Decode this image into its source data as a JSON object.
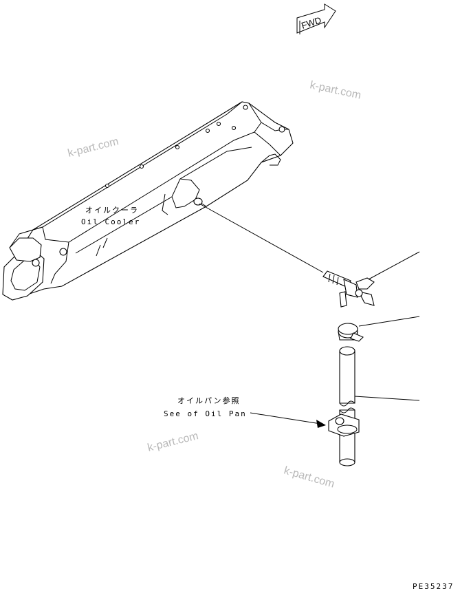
{
  "labels": {
    "oil_cooler_jp": "オイルクーラ",
    "oil_cooler_en": "Oil Cooler",
    "oil_pan_jp": "オイルパン参照",
    "oil_pan_en": "See of Oil Pan",
    "fwd": "FWD",
    "part_code": "PE35237"
  },
  "watermarks": [
    "k-part.com",
    "k-part.com",
    "k-part.com",
    "k-part.com"
  ]
}
